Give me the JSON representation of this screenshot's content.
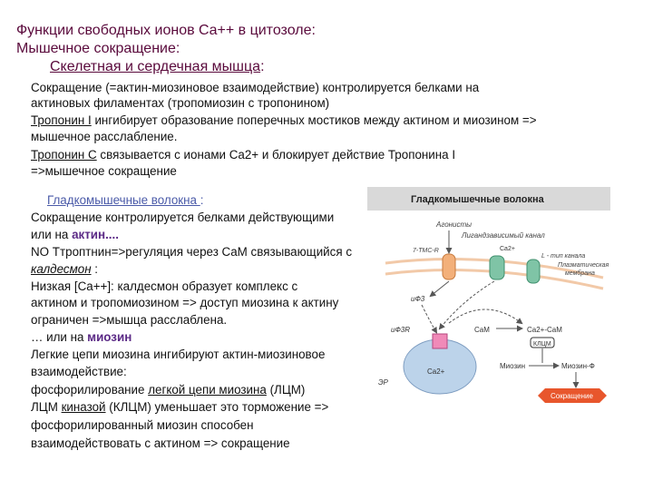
{
  "header": {
    "line1": "Функции свободных ионов Ca++ в цитозоле:",
    "line2": "Мышечное сокращение:",
    "line3": "Скелетная и сердечная мышца",
    "line3_suffix": ":"
  },
  "skeletal": {
    "p1": "Сокращение (=актин-миозиновое взаимодействие) контролируется белками на",
    "p2": "актиновых филаментах (тропомиозин с тропонином)",
    "p3_link": "Тропонин I",
    "p3_rest": " ингибирует образование поперечных мостиков между актином и миозином =>",
    "p4": "мышечное расслабление.",
    "p5_link": "Тропонин С",
    "p5_rest": " связывается с ионами Ca2+ и блокирует действие  Тропонина I",
    "p6": "=>мышечное сокращение"
  },
  "smooth": {
    "title": "Гладкомышечные волокна ",
    "title_suffix": ":",
    "l1": "Сокращение контролируется белками действующими",
    "l2_pre": "или на ",
    "l2_bold": "актин....",
    "l3": "NO Ттроптнин=>регуляция через CaM связывающийся с",
    "l4_link": "калдесмон",
    "l4_rest": " :",
    "l5": "Низкая [Ca++]: калдесмон образует комплекс с",
    "l6": "актином и тропомиозином => доступ миозина к актину",
    "l7": "ограничен =>мышца расслаблена.",
    "l8_pre": "… или на ",
    "l8_bold": "миозин",
    "l9": "Легкие цепи миозина ингибируют актин-миозиновое",
    "l10": "взаимодействие:",
    "l11_pre": "фосфорилирование ",
    "l11_link": "легкой цепи миозина",
    "l11_rest": " (ЛЦМ)",
    "l12_pre": "ЛЦМ ",
    "l12_link": "киназой",
    "l12_rest": " (КЛЦМ) уменьшает  это торможение =>",
    "l13": "фосфорилированный миозин способен",
    "l14": "взаимодействовать  с актином => сокращение"
  },
  "figure": {
    "title": "Гладкомышечные волокна",
    "agonists": "Агонисты",
    "ligand_channel": "Лигандзависимый канал",
    "receptor": "7-TMC-R",
    "ltype": "L - тип канала",
    "membrane1": "Плазматическая",
    "membrane2": "мембрана",
    "ip3": "иФ3",
    "ip3r": "иФ3R",
    "cam": "CaM",
    "ca_cam": "Ca2+-CaM",
    "kltsm": "КЛЦМ",
    "myosin": "Миозин",
    "myosin_p": "Миозин-Ф",
    "er": "ЭР",
    "contraction": "Сокращение",
    "ca": "Ca2+",
    "colors": {
      "channel_green": "#7fc4a6",
      "receptor_orange": "#f3b07a",
      "vesicle_blue": "#bcd3ea",
      "contraction_red": "#e8562c",
      "ip3r_pink": "#f08ab8"
    }
  }
}
